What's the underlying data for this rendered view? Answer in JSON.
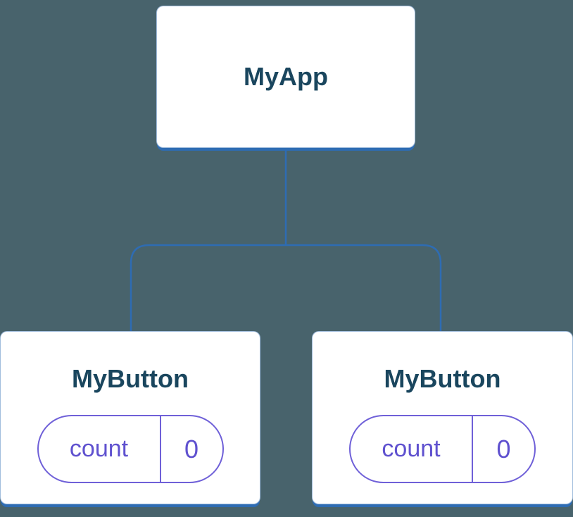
{
  "diagram": {
    "title": "component-tree",
    "root": {
      "label": "MyApp"
    },
    "children": [
      {
        "label": "MyButton",
        "state_key": "count",
        "state_value": "0"
      },
      {
        "label": "MyButton",
        "state_key": "count",
        "state_value": "0"
      }
    ]
  },
  "colors": {
    "background": "#48636c",
    "connector": "#2e6cb3",
    "node_background": "#ffffff",
    "node_label": "#1a465e",
    "state_accent": "#6f60d8",
    "state_text": "#5f51cf"
  }
}
